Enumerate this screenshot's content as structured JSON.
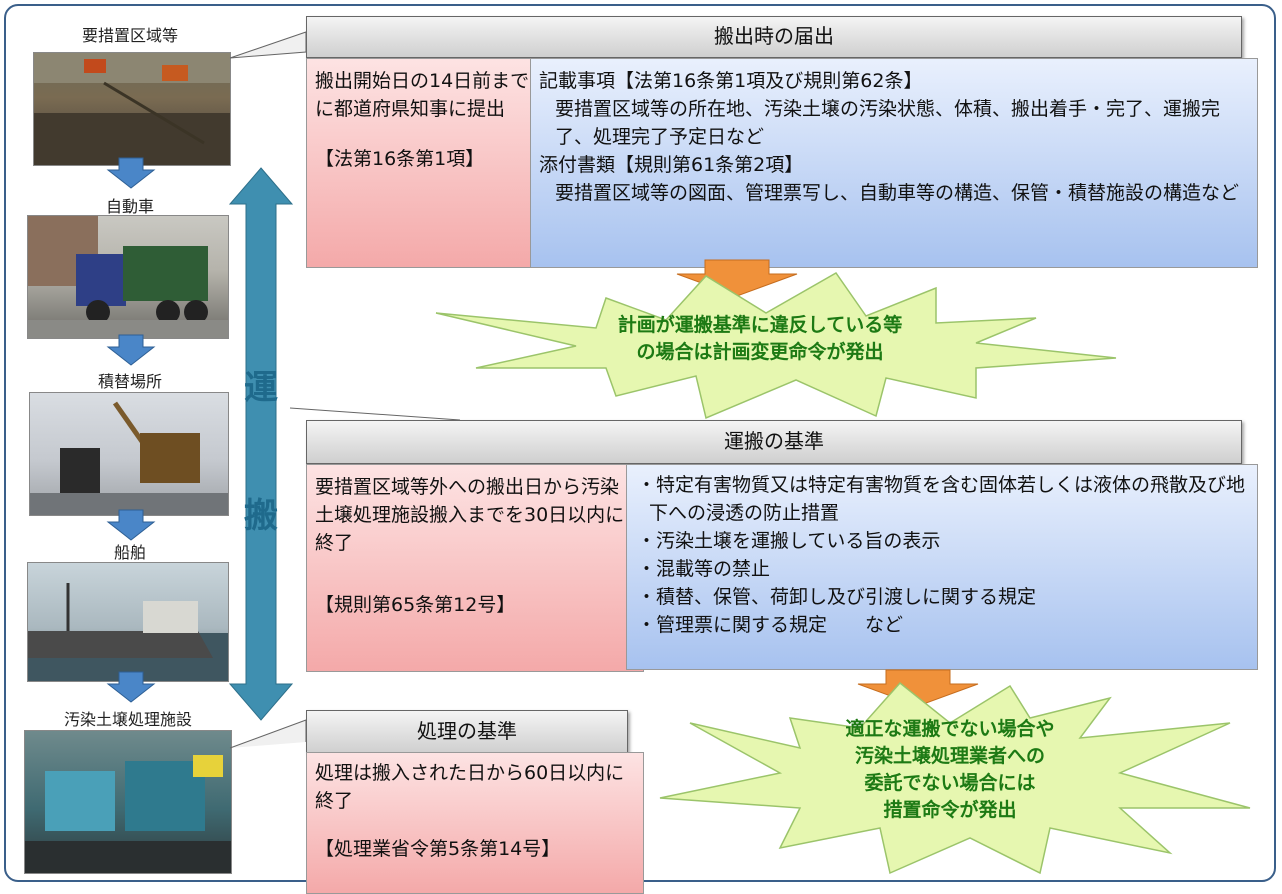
{
  "left_column": {
    "labels": [
      "要措置区域等",
      "自動車",
      "積替場所",
      "船舶",
      "汚染土壌処理施設"
    ]
  },
  "transport_arrow": {
    "char1": "運",
    "char2": "搬"
  },
  "section1": {
    "header": "搬出時の届出",
    "left_main": "搬出開始日の14日前までに都道府県知事に提出",
    "left_ref": "【法第16条第1項】",
    "right_lines": [
      "記載事項【法第16条第1項及び規則第62条】",
      "要措置区域等の所在地、汚染土壌の汚染状態、体積、搬出着手・完了、運搬完了、処理完了予定日など",
      "添付書類【規則第61条第2項】",
      "要措置区域等の図面、管理票写し、自動車等の構造、保管・積替施設の構造など"
    ]
  },
  "burst1": {
    "line1": "計画が運搬基準に違反している等",
    "line2": "の場合は計画変更命令が発出"
  },
  "section2": {
    "header": "運搬の基準",
    "left_main": "要措置区域等外への搬出日から汚染土壌処理施設搬入までを30日以内に終了",
    "left_ref": "【規則第65条第12号】",
    "bullets": [
      "・特定有害物質又は特定有害物質を含む固体若しくは液体の飛散及び地下への浸透の防止措置",
      "・汚染土壌を運搬している旨の表示",
      "・混載等の禁止",
      "・積替、保管、荷卸し及び引渡しに関する規定",
      "・管理票に関する規定　　など"
    ]
  },
  "section3": {
    "header": "処理の基準",
    "main": "処理は搬入された日から60日以内に終了",
    "ref": "【処理業省令第5条第14号】"
  },
  "burst2": {
    "lines": [
      "適正な運搬でない場合や",
      "汚染土壌処理業者への",
      "委託でない場合には",
      "措置命令が発出"
    ]
  },
  "colors": {
    "accent_arrow": "#4a86c8",
    "double_arrow": "#3f8fb0",
    "orange_arrow": "#f0913a",
    "burst_fill": "#e6f7b0",
    "burst_text": "#1d7a14"
  }
}
